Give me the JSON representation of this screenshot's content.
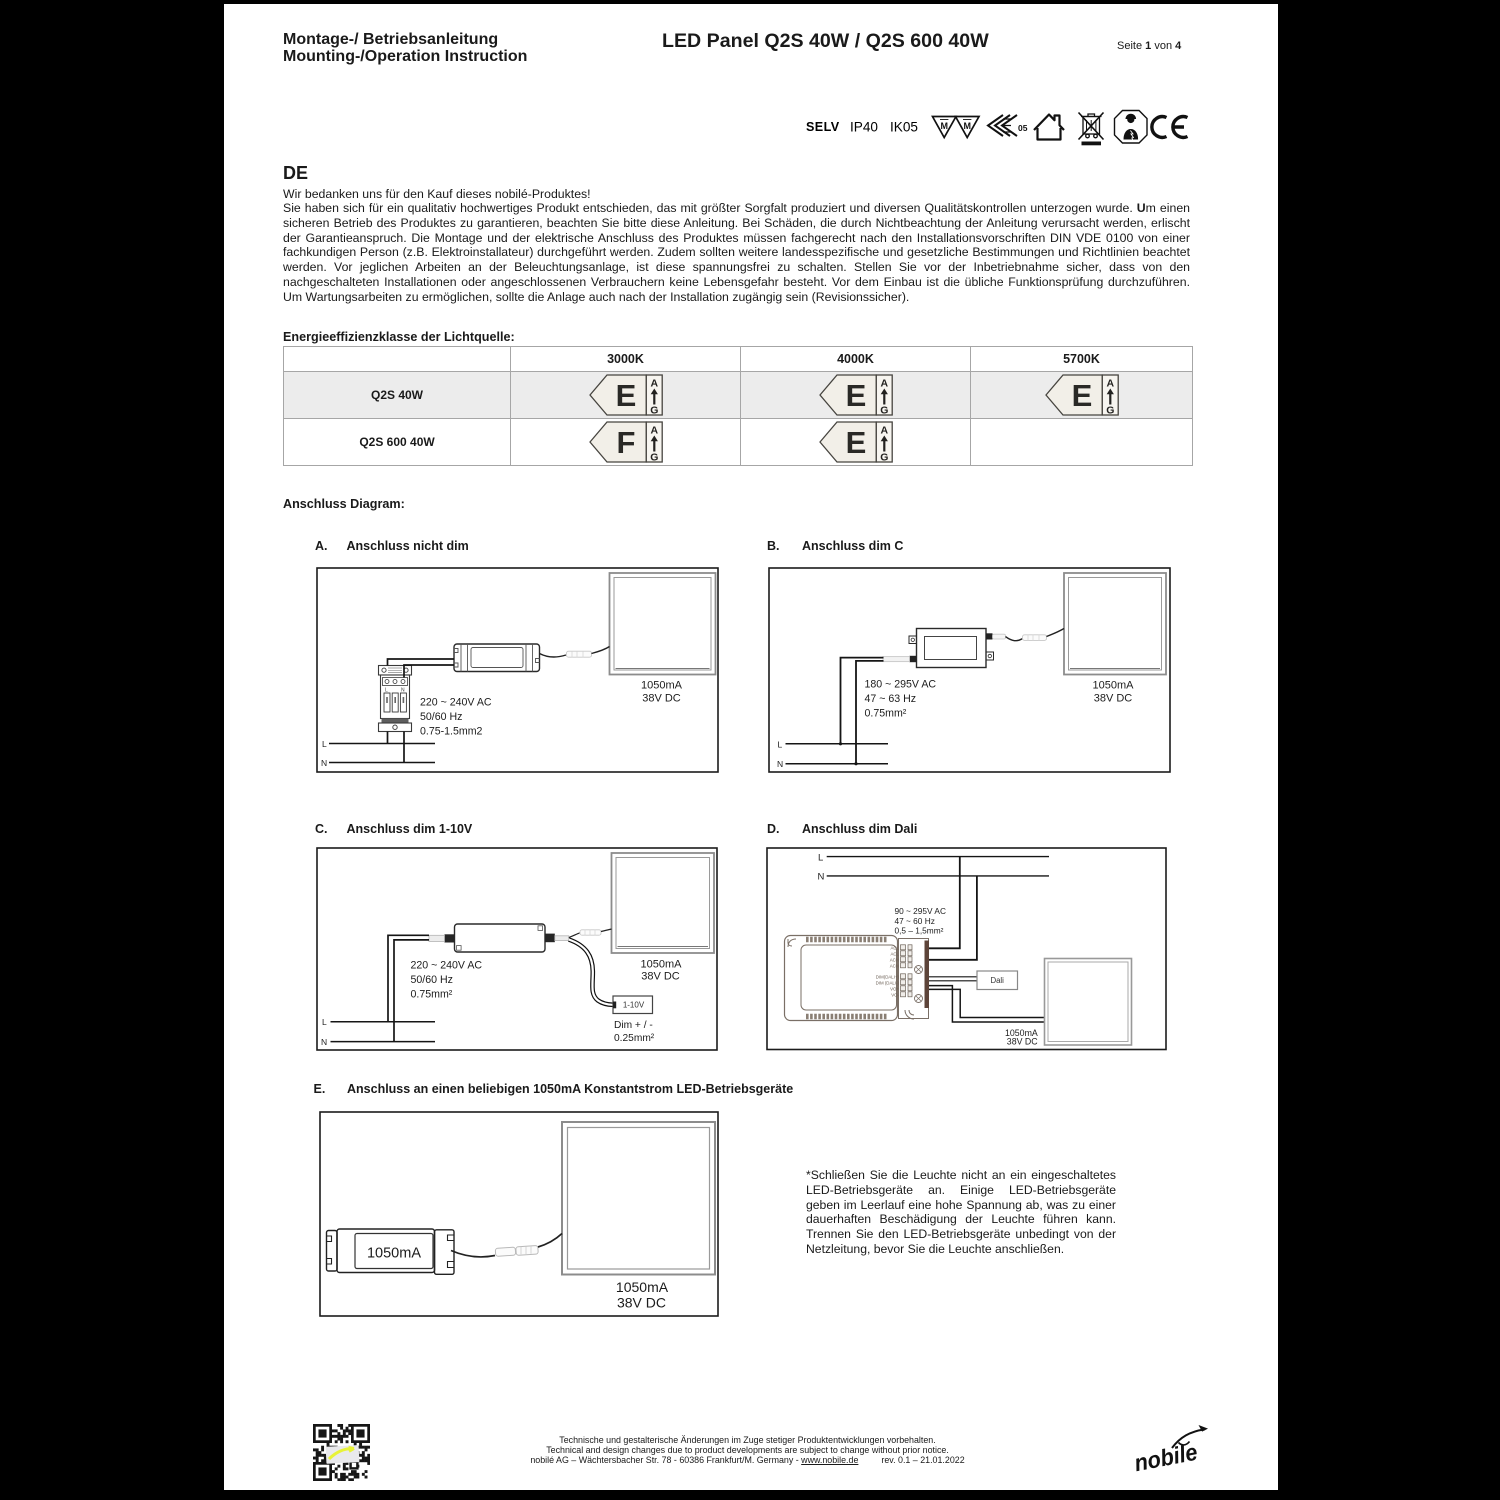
{
  "header": {
    "doc_title_de": "Montage-/ Betriebsanleitung",
    "doc_title_en": "Mounting-/Operation Instruction",
    "product_title": "LED Panel Q2S 40W / Q2S 600 40W",
    "page_prefix": "Seite",
    "page_current": "1",
    "page_of": "von",
    "page_total": "4"
  },
  "certifications": {
    "selv": "SELV",
    "ip_rating": "IP40",
    "ik_rating": "IK05",
    "enec_number": "05",
    "icons": [
      "class-iii-triangle-icon",
      "class-iii-triangle-icon",
      "enec-mark-icon",
      "indoor-use-house-icon",
      "weee-crossed-bin-icon",
      "electrician-octagon-icon",
      "ce-mark-icon"
    ]
  },
  "intro": {
    "lang_code": "DE",
    "thanks_line": "Wir bedanken uns für den Kauf dieses nobilé-Produktes!",
    "line1_pre": "Sie haben sich für ein qualitativ hochwertiges Produkt entschieden, das mit größter Sorgfalt produziert und diversen Qualitätskontrollen unterzogen wurde. ",
    "line1_bold": "U",
    "line1_post": "m einen",
    "body_lines": [
      "sicheren Betrieb des Produktes zu garantieren, beachten Sie bitte diese Anleitung. Bei Schäden, die durch Nichtbeachtung der Anleitung verursacht werden, erlischt",
      "der Garantieanspruch. Die Montage und der elektrische Anschluss des Produktes müssen fachgerecht nach den Installationsvorschriften DIN VDE 0100 von einer",
      "fachkundigen Person (z.B. Elektroinstallateur) durchgeführt werden. Zudem sollten weitere landesspezifische und gesetzliche Bestimmungen und Richtlinien beachtet",
      "werden. Vor jeglichen Arbeiten an der Beleuchtungsanlage,  ist diese spannungsfrei zu schalten. Stellen Sie vor der Inbetriebnahme sicher, dass von den",
      "nachgeschalteten Installationen oder angeschlossenen Verbrauchern keine Lebensgefahr besteht. Vor dem Einbau ist die übliche Funktionsprüfung  durchzuführen.",
      "Um Wartungsarbeiten zu ermöglichen, sollte die Anlage auch nach der Installation zugängig sein (Revisionssicher)."
    ]
  },
  "energy_table": {
    "heading": "Energieeffizienzklasse der Lichtquelle:",
    "columns": [
      "3000K",
      "4000K",
      "5700K"
    ],
    "scale_top": "A",
    "scale_bottom": "G",
    "rows": [
      {
        "label": "Q2S 40W",
        "classes": [
          "E",
          "E",
          "E"
        ],
        "shaded": true
      },
      {
        "label": "Q2S 600 40W",
        "classes": [
          "F",
          "E",
          ""
        ],
        "shaded": false
      }
    ],
    "label_fill": "#f2efe8",
    "label_stroke": "#46443f"
  },
  "diagrams": {
    "heading": "Anschluss Diagram:",
    "a": {
      "id": "A.",
      "title": "Anschluss nicht dim",
      "spec1": "220 ~ 240V AC",
      "spec2": "50/60 Hz",
      "spec3": "0.75-1.5mm2",
      "panel1": "1050mA",
      "panel2": "38V DC",
      "line_l": "L",
      "line_n": "N",
      "term_l": "L",
      "term_n": "N"
    },
    "b": {
      "id": "B.",
      "title": "Anschluss dim C",
      "spec1": "180 ~ 295V AC",
      "spec2": "47 ~ 63 Hz",
      "spec3": "0.75mm²",
      "panel1": "1050mA",
      "panel2": "38V DC",
      "line_l": "L",
      "line_n": "N"
    },
    "c": {
      "id": "C.",
      "title": "Anschluss dim 1-10V",
      "spec1": "220 ~ 240V AC",
      "spec2": "50/60 Hz",
      "spec3": "0.75mm²",
      "panel1": "1050mA",
      "panel2": "38V DC",
      "dim_box": "1-10V",
      "dim_note1": "Dim + / -",
      "dim_note2": "0.25mm²",
      "line_l": "L",
      "line_n": "N"
    },
    "d": {
      "id": "D.",
      "title": "Anschluss dim Dali",
      "spec1": "90 ~ 295V AC",
      "spec2": "47 ~ 60 Hz",
      "spec3": "0,5 – 1,5mm²",
      "panel1": "1050mA",
      "panel2": "38V DC",
      "bus_box": "Dali",
      "t1": "ACL",
      "t2": "ACL",
      "t3": "ACN",
      "t4": "ACN",
      "t5": "DIM(DALI+)",
      "t6": "DIM (DALI-)",
      "t7": "VO+",
      "t8": "VO-",
      "line_l": "L",
      "line_n": "N"
    },
    "e": {
      "id": "E.",
      "title": "Anschluss an einen beliebigen 1050mA Konstantstrom LED-Betriebsgeräte",
      "driver_label": "1050mA",
      "panel1": "1050mA",
      "panel2": "38V DC"
    },
    "note_lines": [
      "*Schließen Sie die Leuchte nicht an ein eingeschaltetes",
      "LED-Betriebsgeräte an. Einige LED-Betriebsgeräte",
      "geben im Leerlauf eine hohe Spannung ab, was zu einer",
      "dauerhaften Beschädigung der Leuchte führen kann.",
      "Trennen Sie den LED-Betriebsgeräte unbedingt von der",
      "Netzleitung, bevor Sie die Leuchte anschließen."
    ]
  },
  "footer": {
    "line_de": "Technische und gestalterische Änderungen im Zuge stetiger Produktentwicklungen vorbehalten.",
    "line_en": "Technical and design changes due to product developments are subject to change without prior notice.",
    "address": "nobilé AG – Wächtersbacher Str. 78 - 60386 Frankfurt/M. Germany - ",
    "website": "www.nobile.de",
    "revision": "rev. 0.1 – 21.01.2022",
    "logo_text": "nobile"
  }
}
